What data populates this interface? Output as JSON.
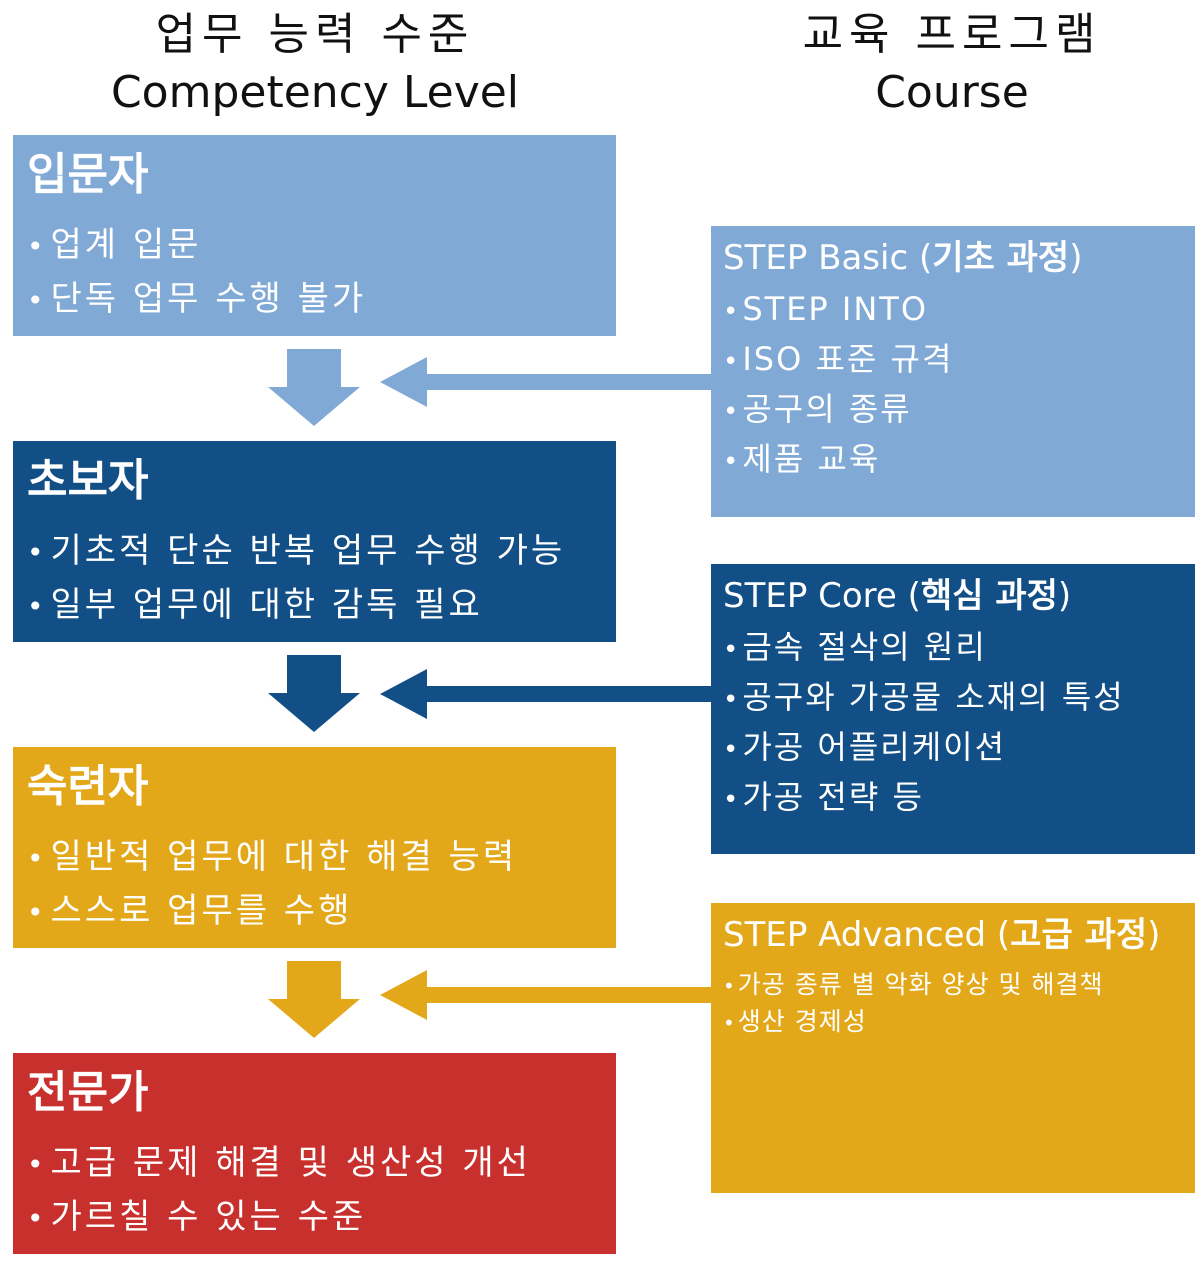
{
  "header": {
    "left_kr": "업무 능력 수준",
    "left_en": "Competency Level",
    "right_kr": "교육 프로그램",
    "right_en": "Course"
  },
  "colors": {
    "light_blue": "#80a9d6",
    "dark_blue": "#124f86",
    "gold": "#e2a81a",
    "red": "#c8302e"
  },
  "levels": [
    {
      "title": "입문자",
      "items": [
        "업계 입문",
        "단독 업무 수행 불가"
      ]
    },
    {
      "title": "초보자",
      "items": [
        "기초적 단순 반복 업무 수행 가능",
        "일부 업무에 대한 감독 필요"
      ]
    },
    {
      "title": "숙련자",
      "items": [
        "일반적 업무에 대한 해결 능력",
        "스스로 업무를 수행"
      ]
    },
    {
      "title": "전문가",
      "items": [
        "고급 문제 해결 및 생산성 개선",
        "가르칠 수 있는 수준"
      ]
    }
  ],
  "courses": [
    {
      "title_prefix": "STEP Basic (",
      "title_bold": "기초 과정",
      "title_suffix": ")",
      "items": [
        "STEP INTO",
        "ISO 표준 규격",
        "공구의 종류",
        "제품 교육"
      ]
    },
    {
      "title_prefix": "STEP Core (",
      "title_bold": "핵심 과정",
      "title_suffix": ")",
      "items": [
        "금속 절삭의 원리",
        "공구와 가공물 소재의 특성",
        "가공 어플리케이션",
        "가공 전략 등"
      ]
    },
    {
      "title_prefix": "STEP Advanced (",
      "title_bold": "고급 과정",
      "title_suffix": ")",
      "items": [
        "가공 종류 별 악화 양상 및 해결책",
        "생산 경제성"
      ]
    }
  ]
}
